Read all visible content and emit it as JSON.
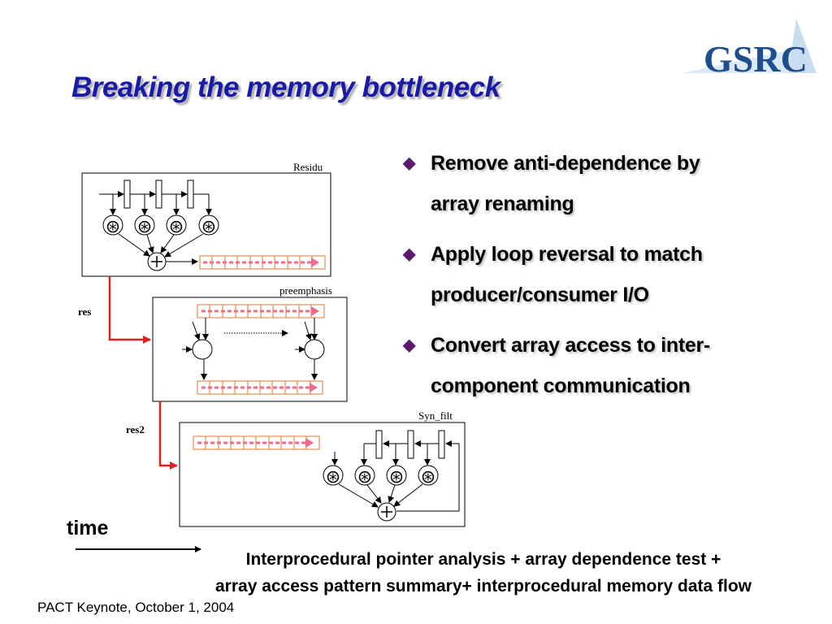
{
  "slide": {
    "title": "Breaking the memory bottleneck",
    "logo_text": "GSRC",
    "bullets": [
      {
        "lines": [
          "Remove anti-dependence by",
          "array renaming"
        ]
      },
      {
        "lines": [
          "Apply loop reversal to match",
          "producer/consumer I/O"
        ]
      },
      {
        "lines": [
          "Convert array access to inter-",
          "component communication"
        ]
      }
    ],
    "time_label": "time",
    "bottom_lines": [
      "Interprocedural pointer analysis + array dependence test +",
      "array access pattern summary+ interprocedural memory data flow"
    ],
    "footer": "PACT Keynote, October 1, 2004"
  },
  "diagram": {
    "blocks": {
      "residu": "Residu",
      "preemphasis": "preemphasis",
      "syn_filt": "Syn_filt"
    },
    "links": {
      "res": "res",
      "res2": "res2"
    },
    "colors": {
      "title": "#1a1aa8",
      "bullet_marker": "#5b1a6b",
      "link_arrow": "#e02020",
      "array_dashes": "#f06a8a",
      "array_border": "#e07a30",
      "logo": "#1f4e8c"
    }
  }
}
